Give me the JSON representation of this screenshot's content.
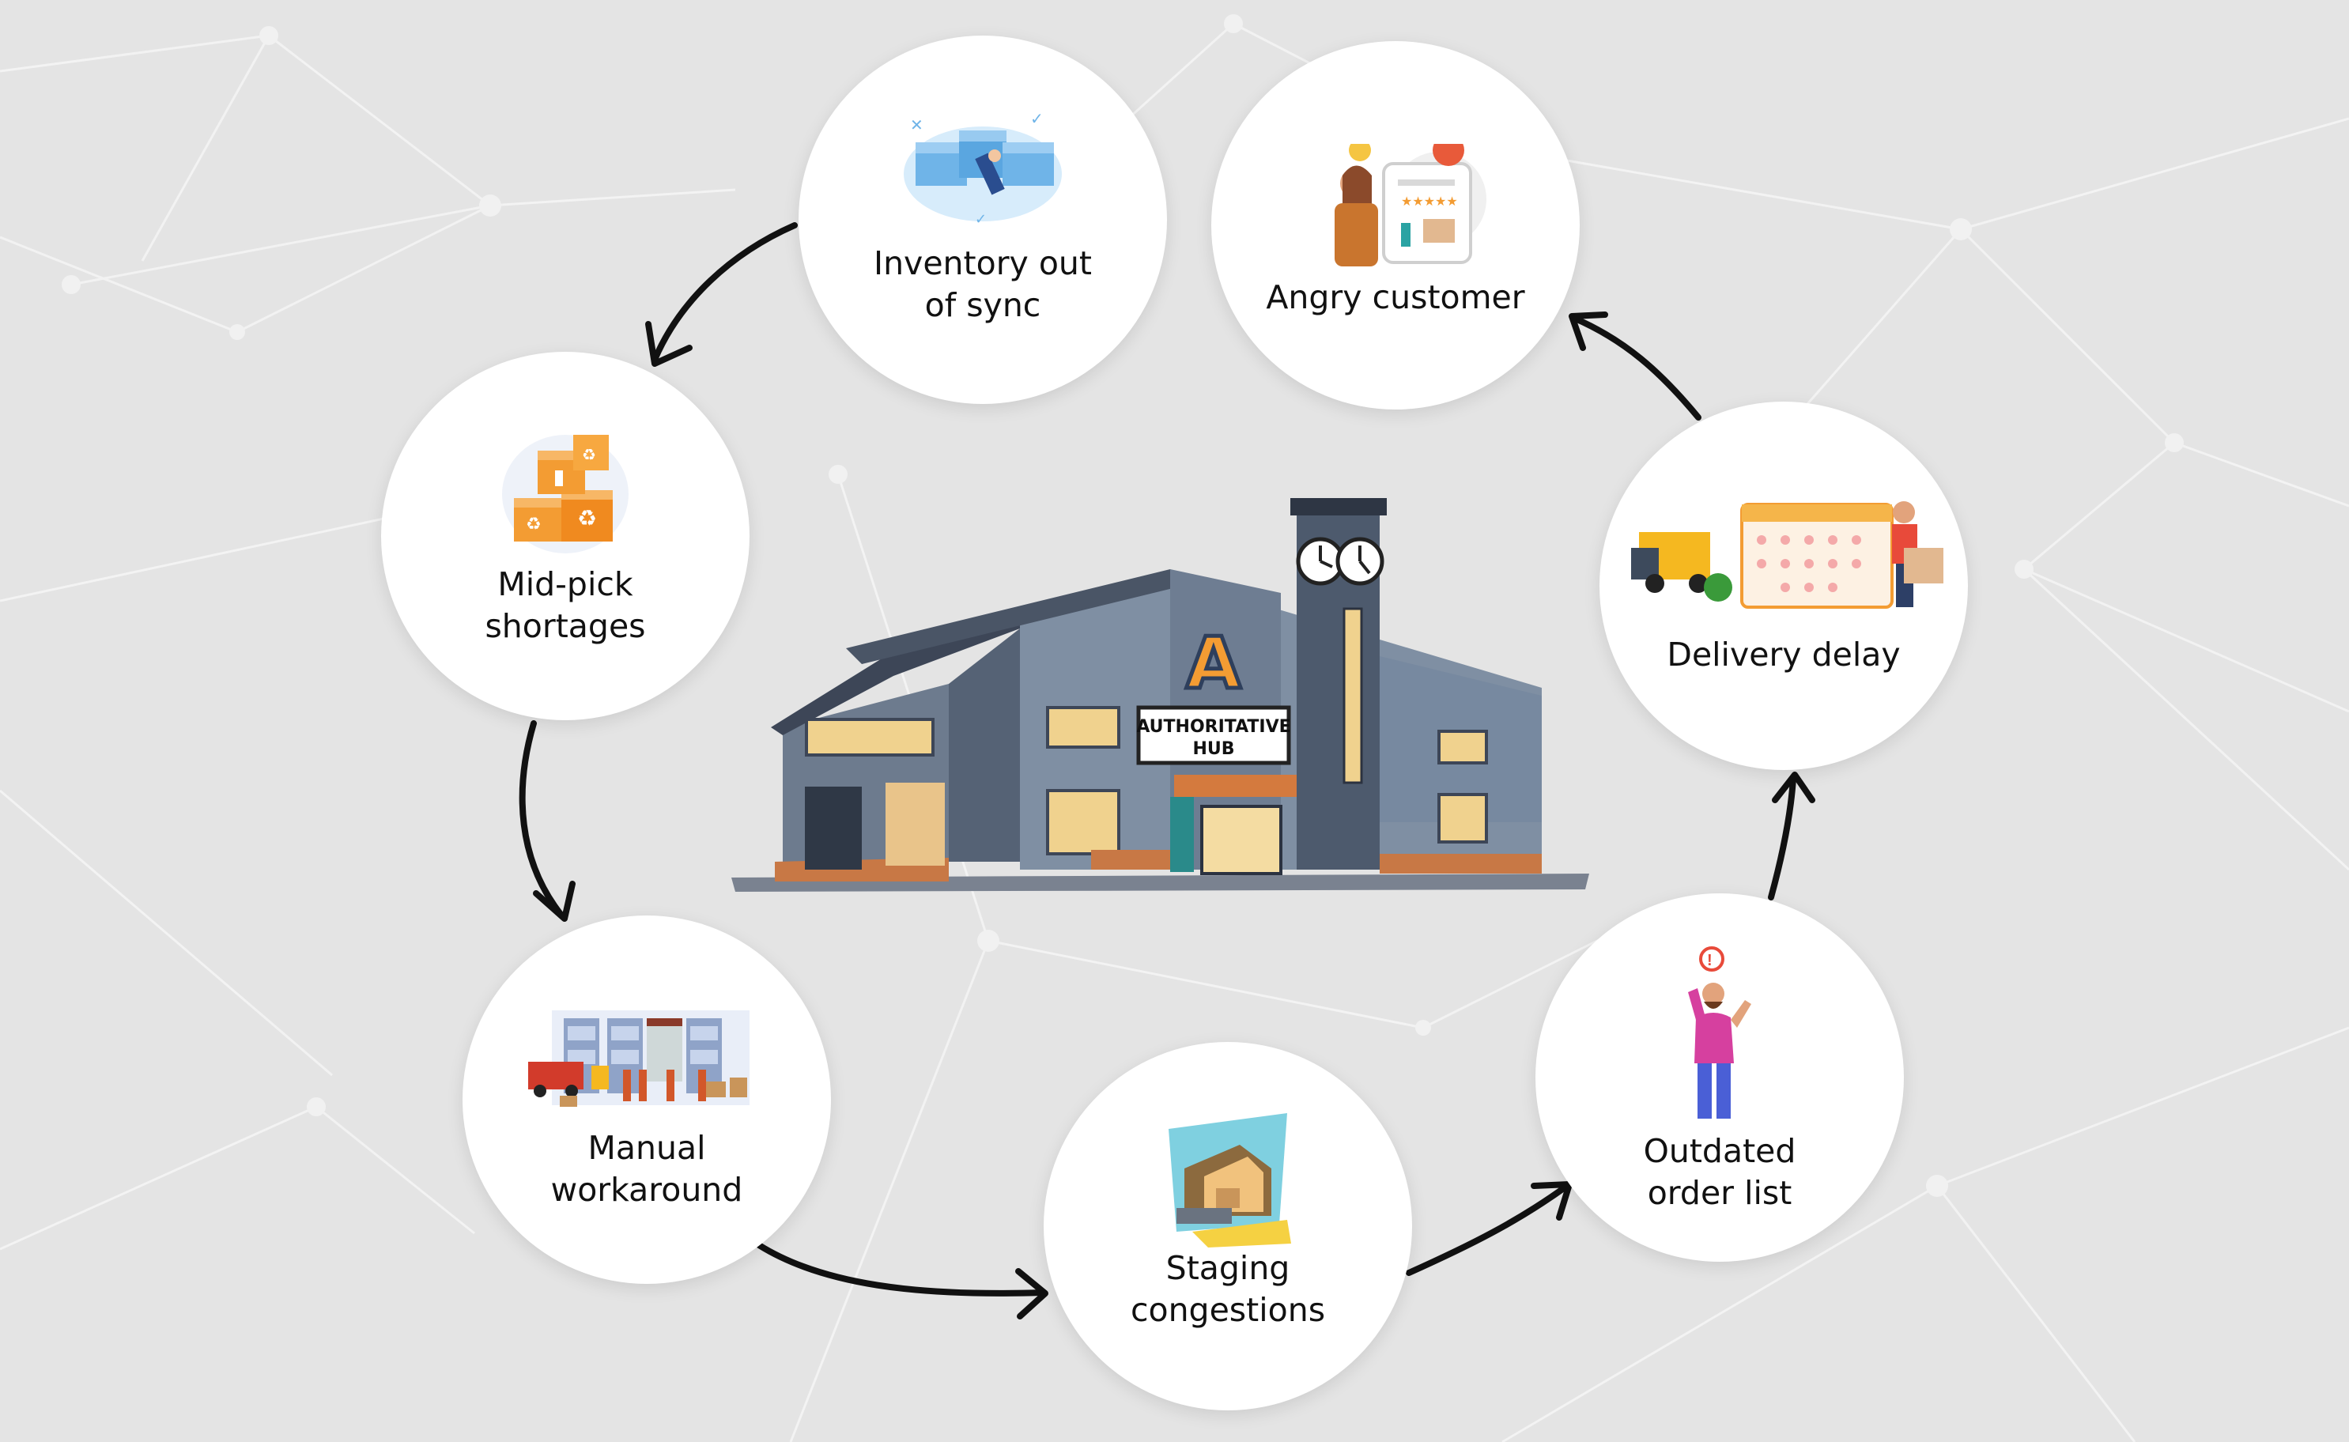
{
  "hub": {
    "sign_line1": "AUTHORITATIVE",
    "sign_line2": "HUB",
    "logo_letter": "A"
  },
  "cycle": [
    {
      "id": "inventory",
      "label": "Inventory out\nof sync",
      "icon": "inventory-boxes-icon"
    },
    {
      "id": "angry",
      "label": "Angry customer",
      "icon": "angry-customer-icon"
    },
    {
      "id": "delivery",
      "label": "Delivery delay",
      "icon": "delivery-truck-calendar-icon"
    },
    {
      "id": "outdated",
      "label": "Outdated\norder list",
      "icon": "confused-person-icon"
    },
    {
      "id": "staging",
      "label": "Staging\ncongestions",
      "icon": "loading-dock-icon"
    },
    {
      "id": "manual",
      "label": "Manual\nworkaround",
      "icon": "warehouse-workers-icon"
    },
    {
      "id": "midpick",
      "label": "Mid-pick\nshortages",
      "icon": "stacked-boxes-icon"
    }
  ],
  "colors": {
    "background": "#e4e4e4",
    "arrow": "#111111",
    "accent": "#f39c33",
    "building": "#5b6b80"
  }
}
